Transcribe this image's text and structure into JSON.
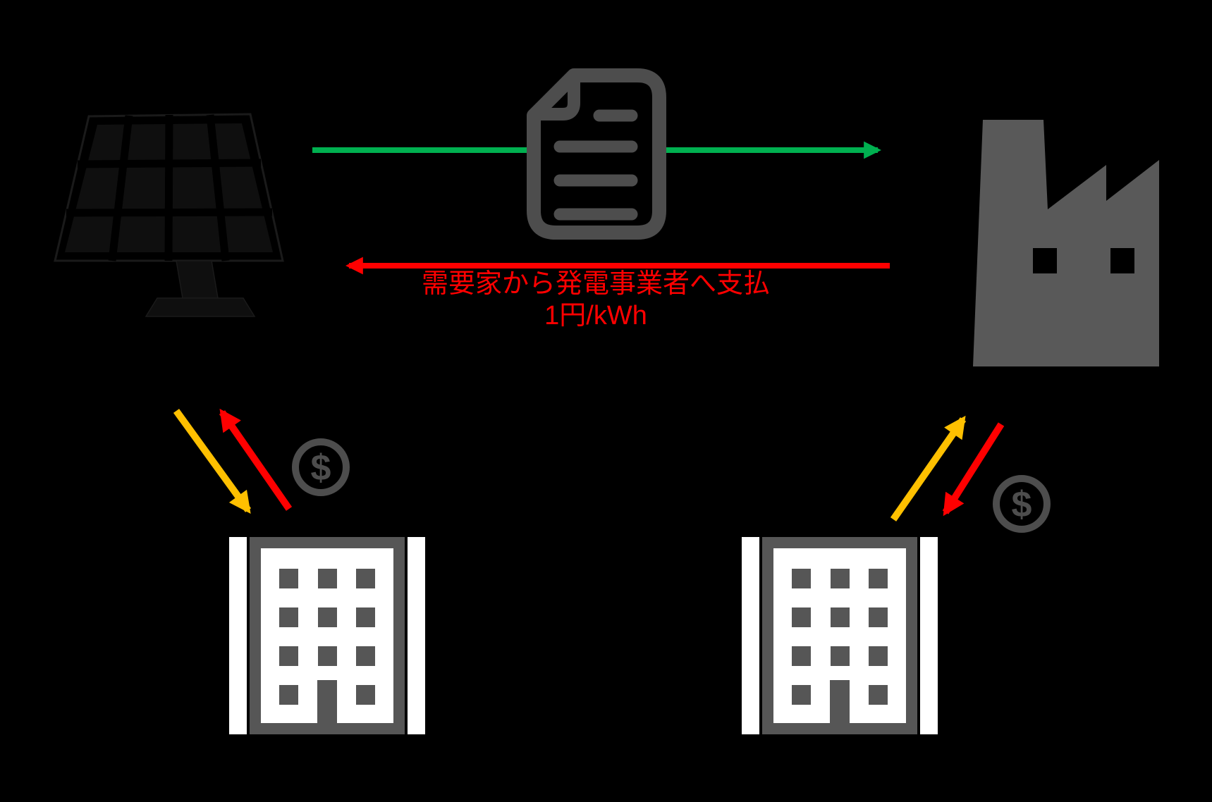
{
  "colors": {
    "background": "#000000",
    "green": "#00b050",
    "red": "#ff0000",
    "yellow": "#ffc000",
    "doc_gray": "#4d4d4d",
    "factory_gray": "#595959",
    "building_gray": "#565656",
    "white": "#ffffff",
    "panel_face": "#0f0f0f",
    "panel_edge": "#1a1a1a"
  },
  "annotation": {
    "line1": "需要家から発電事業者へ支払",
    "line2": "1円/kWh"
  },
  "nodes": {
    "power_generator": {
      "icon": "solar-panel-icon"
    },
    "consumer_factory": {
      "icon": "factory-icon"
    },
    "contract_document": {
      "icon": "document-icon"
    },
    "building_left": {
      "icon": "office-building-icon"
    },
    "building_right": {
      "icon": "office-building-icon"
    },
    "money_left": {
      "icon": "dollar-coin-icon",
      "symbol": "$"
    },
    "money_right": {
      "icon": "dollar-coin-icon",
      "symbol": "$"
    }
  },
  "arrows": [
    {
      "name": "power-supply-arrow",
      "color": "green",
      "from": "solar-panel",
      "to": "factory",
      "direction": "right"
    },
    {
      "name": "payment-arrow",
      "color": "red",
      "from": "factory",
      "to": "solar-panel",
      "direction": "left"
    },
    {
      "name": "left-down-arrow",
      "color": "yellow",
      "from": "solar-panel",
      "to": "building-left",
      "direction": "down-right"
    },
    {
      "name": "left-up-arrow",
      "color": "red",
      "from": "building-left",
      "to": "solar-panel",
      "direction": "up-left"
    },
    {
      "name": "right-up-arrow",
      "color": "yellow",
      "from": "building-right",
      "to": "factory",
      "direction": "up-right"
    },
    {
      "name": "right-down-arrow",
      "color": "red",
      "from": "factory",
      "to": "building-right",
      "direction": "down-left"
    }
  ]
}
